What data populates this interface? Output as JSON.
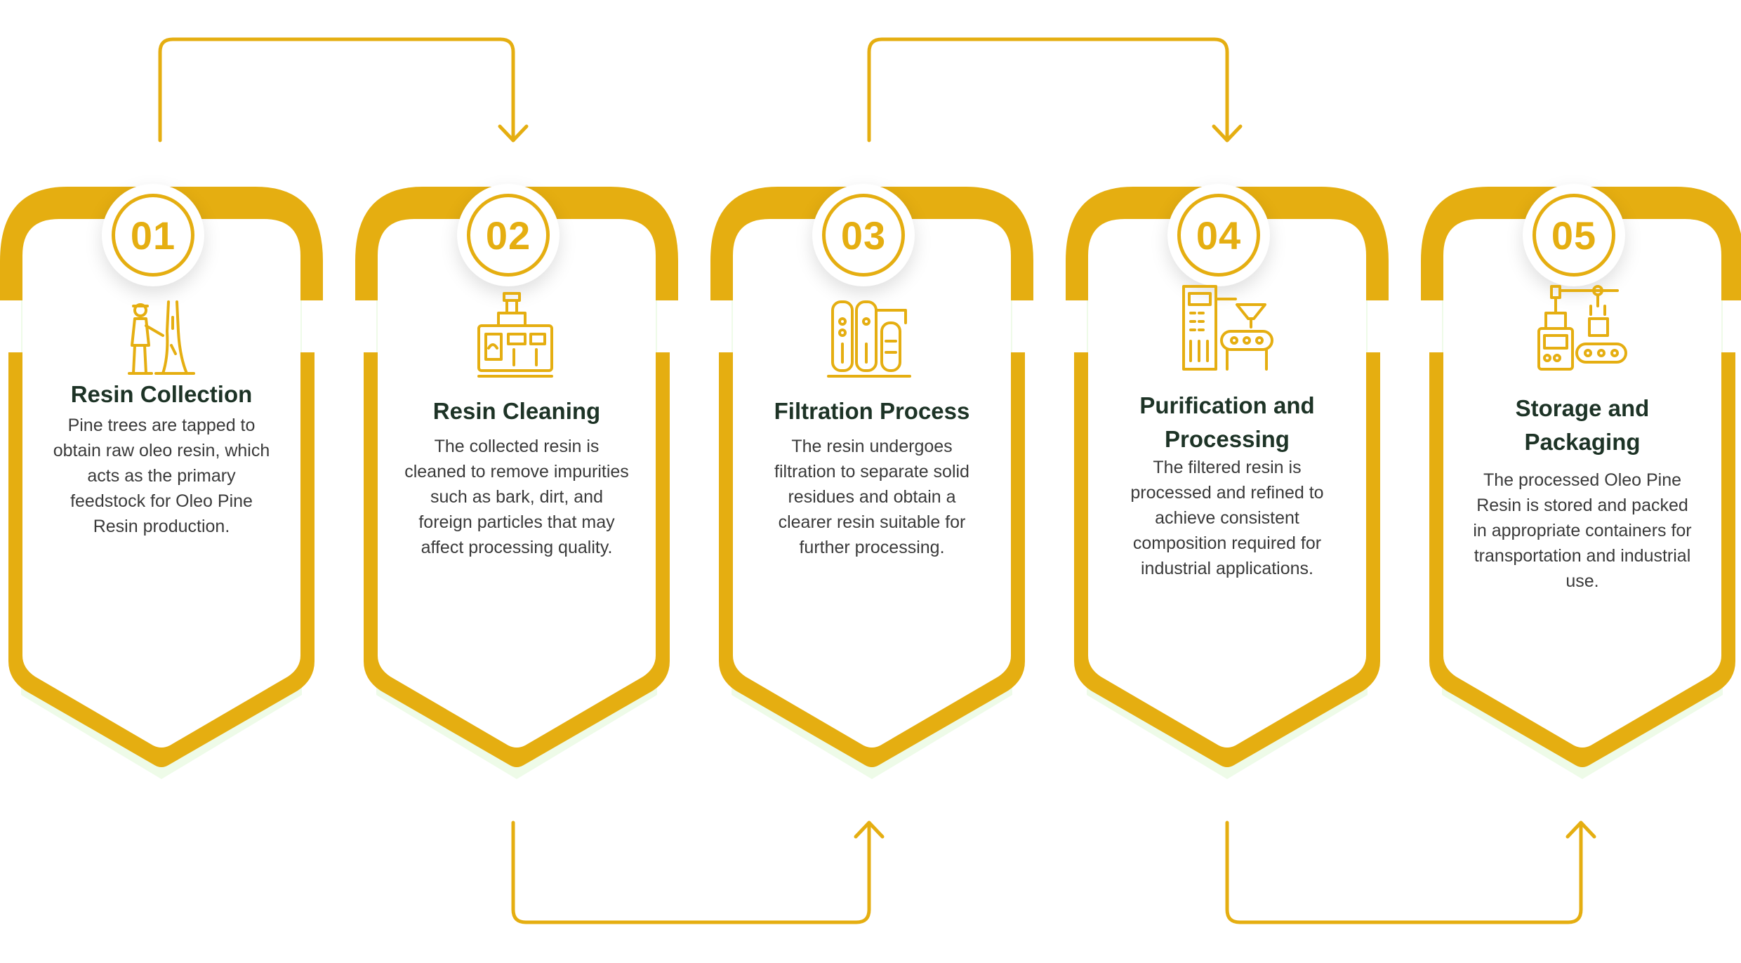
{
  "colors": {
    "accent": "#E5AE11",
    "title": "#1d3326",
    "text": "#3a3a3a",
    "shadow": "#eefbe8"
  },
  "steps": [
    {
      "number": "01",
      "title": "Resin Collection",
      "icon": "tree-tapping-worker-icon",
      "description": "Pine trees are tapped to obtain raw oleo resin, which acts as the primary feedstock for Oleo Pine Resin production."
    },
    {
      "number": "02",
      "title": "Resin Cleaning",
      "icon": "cleaning-machine-icon",
      "description": "The collected resin is cleaned to remove impurities such as bark, dirt, and foreign particles that may affect processing quality."
    },
    {
      "number": "03",
      "title": "Filtration Process",
      "icon": "filtration-tanks-icon",
      "description": "The resin undergoes filtration to separate solid residues and obtain a clearer resin suitable for further processing."
    },
    {
      "number": "04",
      "title": "Purification and Processing",
      "icon": "processing-machine-icon",
      "description": "The filtered resin is processed and refined to achieve consistent composition required for industrial applications."
    },
    {
      "number": "05",
      "title": "Storage and Packaging",
      "icon": "packaging-robot-icon",
      "description": "The processed Oleo Pine Resin is stored and packed in appropriate containers for transportation and industrial use."
    }
  ]
}
